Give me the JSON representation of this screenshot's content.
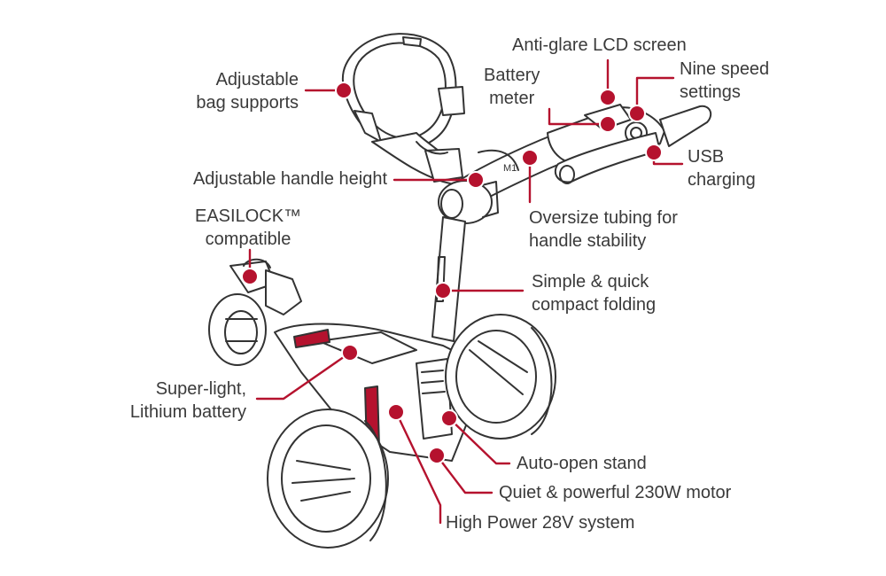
{
  "colors": {
    "accent": "#b5122e",
    "outline": "#333333",
    "text": "#3a3a3a"
  },
  "callouts": {
    "bag_supports": [
      "Adjustable",
      "bag supports"
    ],
    "handle_height": [
      "Adjustable handle height"
    ],
    "easilock": [
      "EASILOCK™",
      "compatible"
    ],
    "battery": [
      "Super-light,",
      "Lithium battery"
    ],
    "battery_meter": [
      "Battery",
      "meter"
    ],
    "lcd": [
      "Anti-glare LCD screen"
    ],
    "speed": [
      "Nine speed",
      "settings"
    ],
    "usb": [
      "USB",
      "charging"
    ],
    "tubing": [
      "Oversize tubing for",
      "handle stability"
    ],
    "folding": [
      "Simple & quick",
      "compact folding"
    ],
    "stand": [
      "Auto-open stand"
    ],
    "motor": [
      "Quiet & powerful 230W motor"
    ],
    "power": [
      "High Power 28V system"
    ]
  },
  "product_marks": {
    "model": "M1"
  }
}
